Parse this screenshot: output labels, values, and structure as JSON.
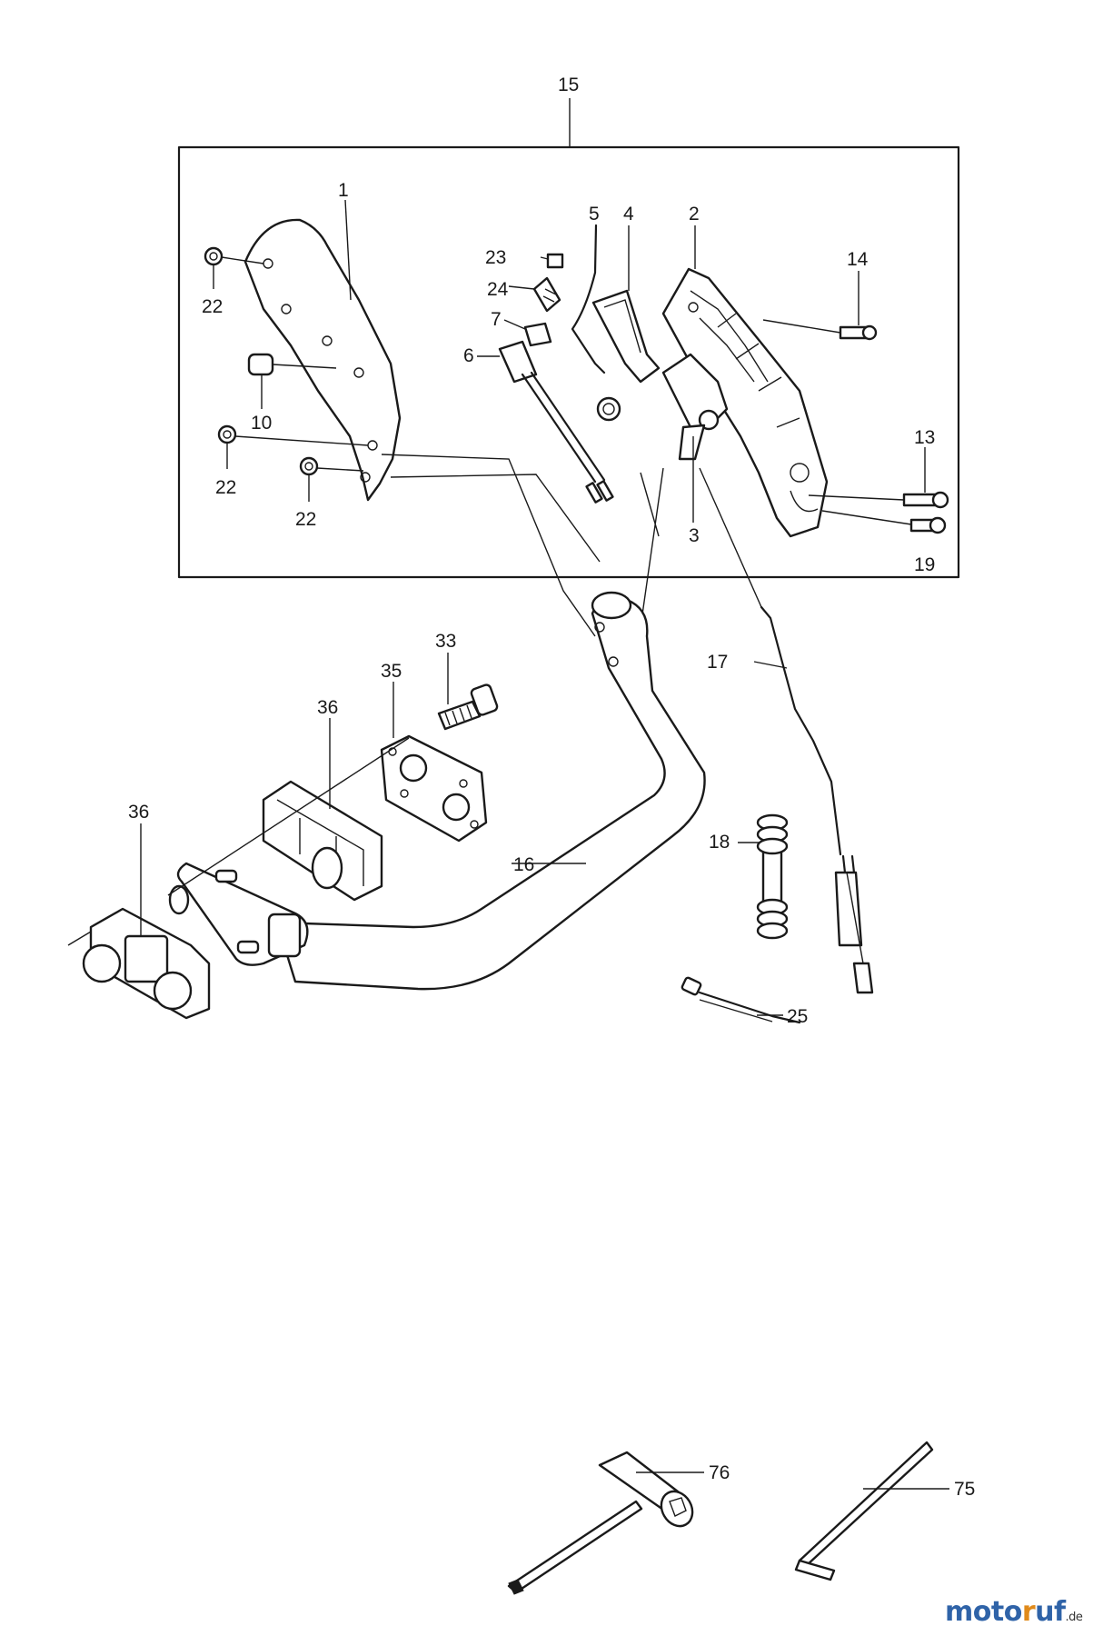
{
  "diagram": {
    "callouts": [
      {
        "id": "c15",
        "text": "15"
      },
      {
        "id": "c1",
        "text": "1"
      },
      {
        "id": "c5",
        "text": "5"
      },
      {
        "id": "c4",
        "text": "4"
      },
      {
        "id": "c2",
        "text": "2"
      },
      {
        "id": "c14",
        "text": "14"
      },
      {
        "id": "c23",
        "text": "23"
      },
      {
        "id": "c24",
        "text": "24"
      },
      {
        "id": "c7",
        "text": "7"
      },
      {
        "id": "c6",
        "text": "6"
      },
      {
        "id": "c22a",
        "text": "22"
      },
      {
        "id": "c10",
        "text": "10"
      },
      {
        "id": "c22b",
        "text": "22"
      },
      {
        "id": "c22c",
        "text": "22"
      },
      {
        "id": "c13",
        "text": "13"
      },
      {
        "id": "c3",
        "text": "3"
      },
      {
        "id": "c19",
        "text": "19"
      },
      {
        "id": "c33",
        "text": "33"
      },
      {
        "id": "c35",
        "text": "35"
      },
      {
        "id": "c36a",
        "text": "36"
      },
      {
        "id": "c17",
        "text": "17"
      },
      {
        "id": "c36b",
        "text": "36"
      },
      {
        "id": "c18",
        "text": "18"
      },
      {
        "id": "c16",
        "text": "16"
      },
      {
        "id": "c25",
        "text": "25"
      },
      {
        "id": "c76",
        "text": "76"
      },
      {
        "id": "c75",
        "text": "75"
      }
    ]
  },
  "watermark": {
    "part1": "moto",
    "part2": "r",
    "part3": "uf",
    "suffix": ".de"
  }
}
